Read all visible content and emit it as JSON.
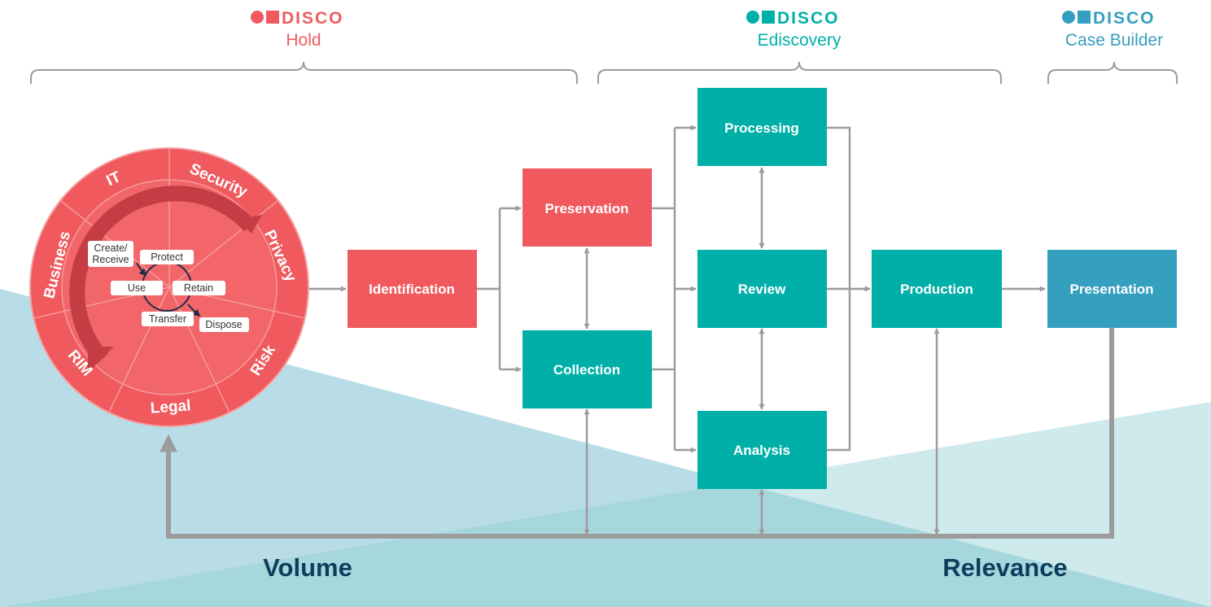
{
  "colors": {
    "red": "#f05a5e",
    "teal": "#00b0a8",
    "blue": "#359fbf",
    "wheel_ring": "#f05a5e",
    "wheel_inner": "#f26669",
    "wheel_arc": "#c43d44",
    "connector": "#9c9c9c",
    "footer_text": "#0d3d5c",
    "bg_left": "#b9dde7",
    "bg_right": "#cfeaec",
    "bg_overlap": "#a6d7dc"
  },
  "brands": [
    {
      "word": "DISCO",
      "sub": "Hold",
      "color": "#f05a5e"
    },
    {
      "word": "DISCO",
      "sub": "Ediscovery",
      "color": "#00b0a8"
    },
    {
      "word": "DISCO",
      "sub": "Case Builder",
      "color": "#359fbf"
    }
  ],
  "wheel": {
    "segments": [
      "IT",
      "Security",
      "Privacy",
      "Risk",
      "Legal",
      "RIM",
      "Business"
    ],
    "lifecycle": {
      "create": "Create/ Receive",
      "create_line1": "Create/",
      "create_line2": "Receive",
      "protect": "Protect",
      "use": "Use",
      "retain": "Retain",
      "transfer": "Transfer",
      "dispose": "Dispose"
    }
  },
  "boxes": {
    "identification": "Identification",
    "preservation": "Preservation",
    "collection": "Collection",
    "processing": "Processing",
    "review": "Review",
    "analysis": "Analysis",
    "production": "Production",
    "presentation": "Presentation"
  },
  "footer": {
    "left": "Volume",
    "right": "Relevance"
  }
}
